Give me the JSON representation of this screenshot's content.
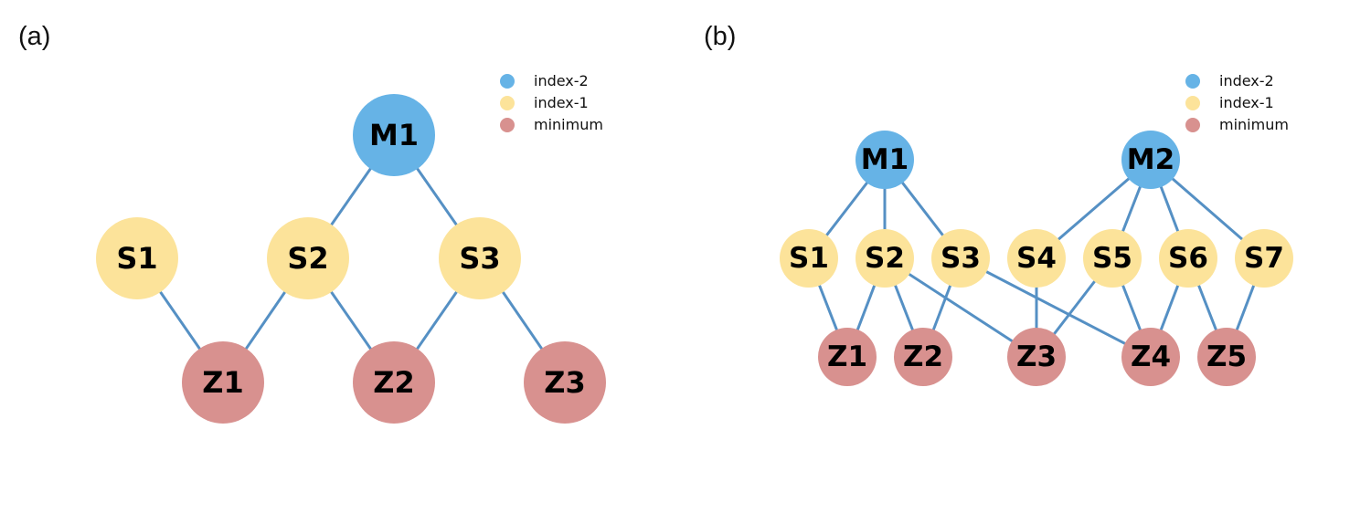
{
  "colors": {
    "index-2": "#66b3e6",
    "index-1": "#fce39a",
    "minimum": "#d8918f",
    "edge": "#5590c4"
  },
  "panels": [
    {
      "label": "(a)",
      "legend": [
        {
          "type": "index-2",
          "text": "index-2"
        },
        {
          "type": "index-1",
          "text": "index-1"
        },
        {
          "type": "minimum",
          "text": "minimum"
        }
      ],
      "nodes": [
        {
          "id": "M1",
          "type": "index-2"
        },
        {
          "id": "S1",
          "type": "index-1"
        },
        {
          "id": "S2",
          "type": "index-1"
        },
        {
          "id": "S3",
          "type": "index-1"
        },
        {
          "id": "Z1",
          "type": "minimum"
        },
        {
          "id": "Z2",
          "type": "minimum"
        },
        {
          "id": "Z3",
          "type": "minimum"
        }
      ],
      "edges": [
        [
          "M1",
          "S2"
        ],
        [
          "M1",
          "S3"
        ],
        [
          "S1",
          "Z1"
        ],
        [
          "S2",
          "Z1"
        ],
        [
          "S2",
          "Z2"
        ],
        [
          "S3",
          "Z2"
        ],
        [
          "S3",
          "Z3"
        ]
      ]
    },
    {
      "label": "(b)",
      "legend": [
        {
          "type": "index-2",
          "text": "index-2"
        },
        {
          "type": "index-1",
          "text": "index-1"
        },
        {
          "type": "minimum",
          "text": "minimum"
        }
      ],
      "nodes": [
        {
          "id": "M1",
          "type": "index-2"
        },
        {
          "id": "M2",
          "type": "index-2"
        },
        {
          "id": "S1",
          "type": "index-1"
        },
        {
          "id": "S2",
          "type": "index-1"
        },
        {
          "id": "S3",
          "type": "index-1"
        },
        {
          "id": "S4",
          "type": "index-1"
        },
        {
          "id": "S5",
          "type": "index-1"
        },
        {
          "id": "S6",
          "type": "index-1"
        },
        {
          "id": "S7",
          "type": "index-1"
        },
        {
          "id": "Z1",
          "type": "minimum"
        },
        {
          "id": "Z2",
          "type": "minimum"
        },
        {
          "id": "Z3",
          "type": "minimum"
        },
        {
          "id": "Z4",
          "type": "minimum"
        },
        {
          "id": "Z5",
          "type": "minimum"
        }
      ],
      "edges": [
        [
          "M1",
          "S1"
        ],
        [
          "M1",
          "S2"
        ],
        [
          "M1",
          "S3"
        ],
        [
          "M2",
          "S4"
        ],
        [
          "M2",
          "S5"
        ],
        [
          "M2",
          "S6"
        ],
        [
          "M2",
          "S7"
        ],
        [
          "S1",
          "Z1"
        ],
        [
          "S2",
          "Z1"
        ],
        [
          "S2",
          "Z2"
        ],
        [
          "S2",
          "Z3"
        ],
        [
          "S3",
          "Z2"
        ],
        [
          "S3",
          "Z4"
        ],
        [
          "S4",
          "Z3"
        ],
        [
          "S5",
          "Z3"
        ],
        [
          "S5",
          "Z4"
        ],
        [
          "S6",
          "Z4"
        ],
        [
          "S6",
          "Z5"
        ],
        [
          "S7",
          "Z5"
        ]
      ]
    }
  ]
}
